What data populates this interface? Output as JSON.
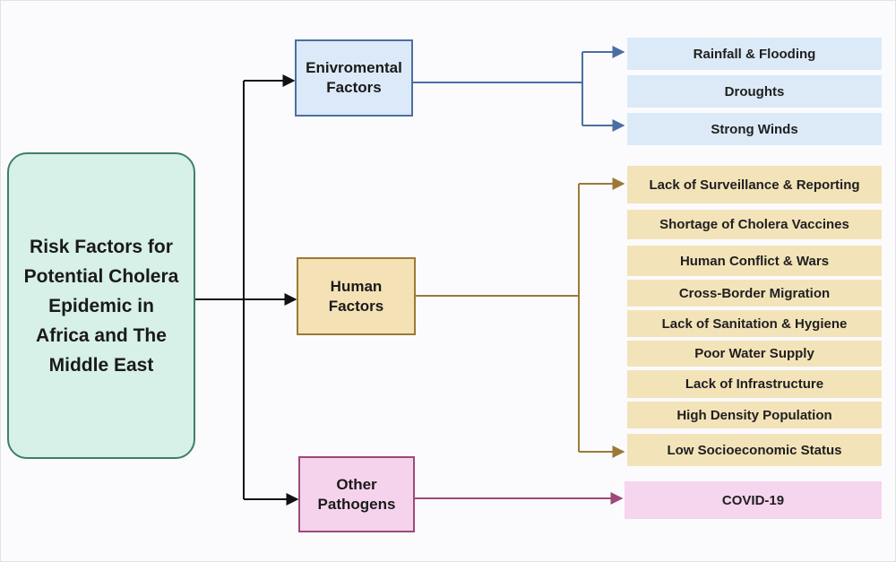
{
  "root": {
    "lines": [
      "Risk Factors for",
      "Potential Cholera",
      "Epidemic in",
      "Africa and The",
      "Middle East"
    ]
  },
  "categories": [
    {
      "lines": [
        "Enivromental",
        "Factors"
      ],
      "color": "#4a6fa3",
      "fill": "#dce9f8"
    },
    {
      "lines": [
        "Human",
        "Factors"
      ],
      "color": "#9b7a36",
      "fill": "#f4e2b6"
    },
    {
      "lines": [
        "Other",
        "Pathogens"
      ],
      "color": "#9d4a78",
      "fill": "#f6d3ec"
    }
  ],
  "environmental_factors": [
    "Rainfall & Flooding",
    "Droughts",
    "Strong Winds"
  ],
  "human_factors": [
    "Lack of Surveillance & Reporting",
    "Shortage of Cholera Vaccines",
    "Human Conflict & Wars",
    "Cross-Border Migration",
    "Lack of Sanitation & Hygiene",
    "Poor Water Supply",
    "Lack of Infrastructure",
    "High Density Population",
    "Low Socioeconomic Status"
  ],
  "other_pathogens": [
    "COVID-19"
  ],
  "colors": {
    "root_fill": "#d7f0e8",
    "root_border": "#3f7f66",
    "trunk": "#111111"
  }
}
